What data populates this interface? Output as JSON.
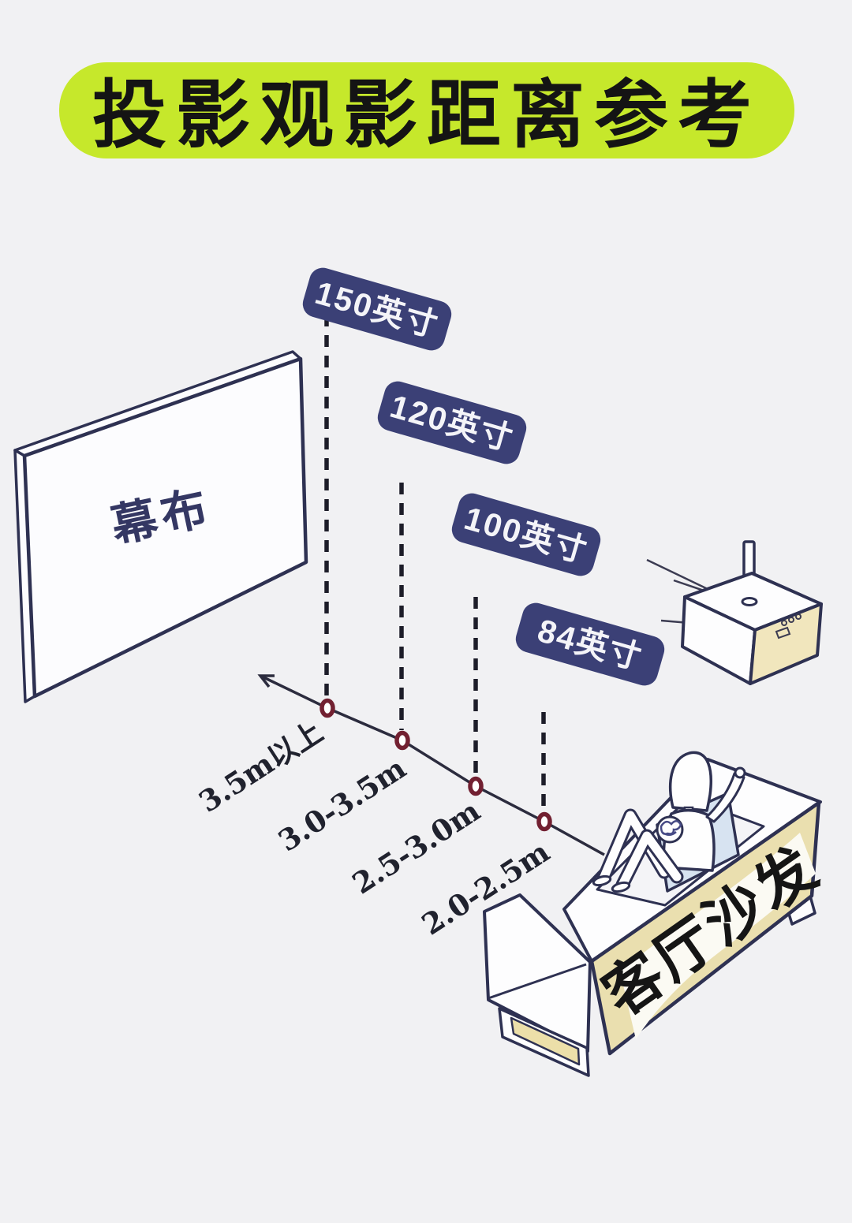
{
  "title": {
    "text": "投影观影距离参考"
  },
  "screen": {
    "label": "幕布"
  },
  "sofa": {
    "label": "客厅沙发"
  },
  "mapping": [
    {
      "size": "150英寸",
      "distance": "3.5m以上"
    },
    {
      "size": "120英寸",
      "distance": "3.0-3.5m"
    },
    {
      "size": "100英寸",
      "distance": "2.5-3.0m"
    },
    {
      "size": "84英寸",
      "distance": "2.0-2.5m"
    }
  ],
  "colors": {
    "background": "#f1f1f3",
    "title_bg": "#c6e82b",
    "title_fg": "#141414",
    "pill_bg": "#3b4076",
    "pill_fg": "#f4f4f8",
    "outline_navy": "#2e3152",
    "marker_red": "#722031",
    "sofa_cream": "#eadfaf",
    "cushion_blue": "#d7e3f1",
    "line_black": "#1d1d29"
  }
}
